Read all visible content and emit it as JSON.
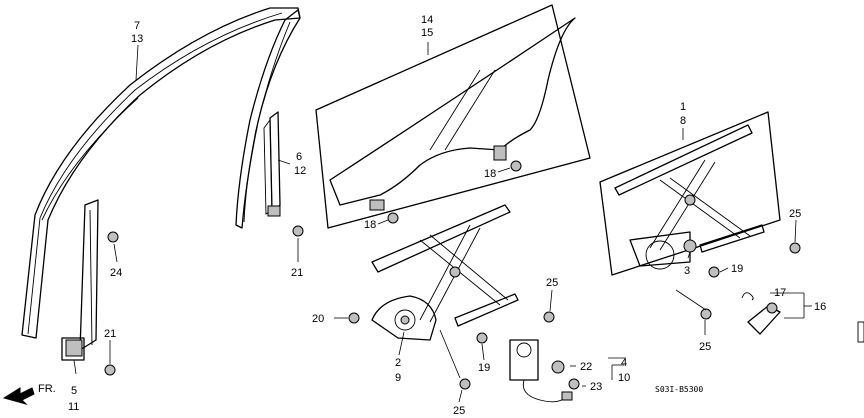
{
  "labels": {
    "p7": "7",
    "p13": "13",
    "p14": "14",
    "p15": "15",
    "p1": "1",
    "p8": "8",
    "p6": "6",
    "p12": "12",
    "p18a": "18",
    "p18b": "18",
    "p25a": "25",
    "p25b": "25",
    "p25c": "25",
    "p25d": "25",
    "p24": "24",
    "p21a": "21",
    "p21b": "21",
    "p3": "3",
    "p19a": "19",
    "p19b": "19",
    "p17": "17",
    "p16": "16",
    "p20": "20",
    "p2": "2",
    "p9": "9",
    "p4": "4",
    "p10": "10",
    "p22": "22",
    "p23": "23",
    "p5": "5",
    "p11": "11",
    "fr": "FR."
  },
  "diagram_code": "S03I-B5300"
}
